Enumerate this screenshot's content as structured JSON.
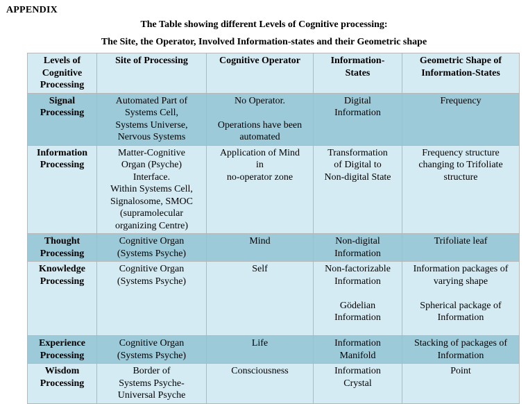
{
  "appendix": "APPENDIX",
  "title_line1": "The Table showing different Levels of Cognitive processing:",
  "title_line2": "The Site, the Operator, Involved Information-states and their Geometric shape",
  "headers": [
    "Levels of\nCognitive\nProcessing",
    "Site of Processing",
    "Cognitive Operator",
    "Information-\nStates",
    "Geometric Shape    of\nInformation-States"
  ],
  "rows": [
    {
      "level": "Signal\nProcessing",
      "site": "Automated Part of\nSystems Cell,\nSystems Universe,\nNervous Systems",
      "operator_a": "No Operator.",
      "operator_b": "Operations have been\nautomated",
      "state_a": "Digital\nInformation",
      "state_b": "",
      "shape_a": "Frequency",
      "shape_b": ""
    },
    {
      "level": "Information\nProcessing",
      "site": "Matter-Cognitive\nOrgan (Psyche)\nInterface.\nWithin Systems Cell,\nSignalosome, SMOC\n(supramolecular\norganizing Centre)",
      "operator_a": "Application of Mind\nin\nno-operator zone",
      "operator_b": "",
      "state_a": "Transformation\nof Digital to\nNon-digital State",
      "state_b": "",
      "shape_a": "Frequency structure\nchanging to Trifoliate\nstructure",
      "shape_b": ""
    },
    {
      "level": "Thought\nProcessing",
      "site": "Cognitive Organ\n(Systems Psyche)",
      "operator_a": "Mind",
      "operator_b": "",
      "state_a": "Non-digital\nInformation",
      "state_b": "",
      "shape_a": "Trifoliate leaf",
      "shape_b": ""
    },
    {
      "level": "Knowledge\nProcessing",
      "site": "Cognitive Organ\n(Systems Psyche)",
      "operator_a": "Self",
      "operator_b": "",
      "state_a": "Non-factorizable\nInformation",
      "state_b": "Gödelian\nInformation",
      "shape_a": "Information packages of\nvarying shape",
      "shape_b": "Spherical package of\nInformation"
    },
    {
      "level": "Experience\nProcessing",
      "site": "Cognitive Organ\n(Systems Psyche)",
      "operator_a": "Life",
      "operator_b": "",
      "state_a": "Information\nManifold",
      "state_b": "",
      "shape_a": "Stacking of packages of\nInformation",
      "shape_b": ""
    },
    {
      "level": "Wisdom\nProcessing",
      "site": "Border of\nSystems Psyche-\nUniversal Psyche",
      "operator_a": "Consciousness",
      "operator_b": "",
      "state_a": "Information\nCrystal",
      "state_b": "",
      "shape_a": "Point",
      "shape_b": ""
    }
  ]
}
